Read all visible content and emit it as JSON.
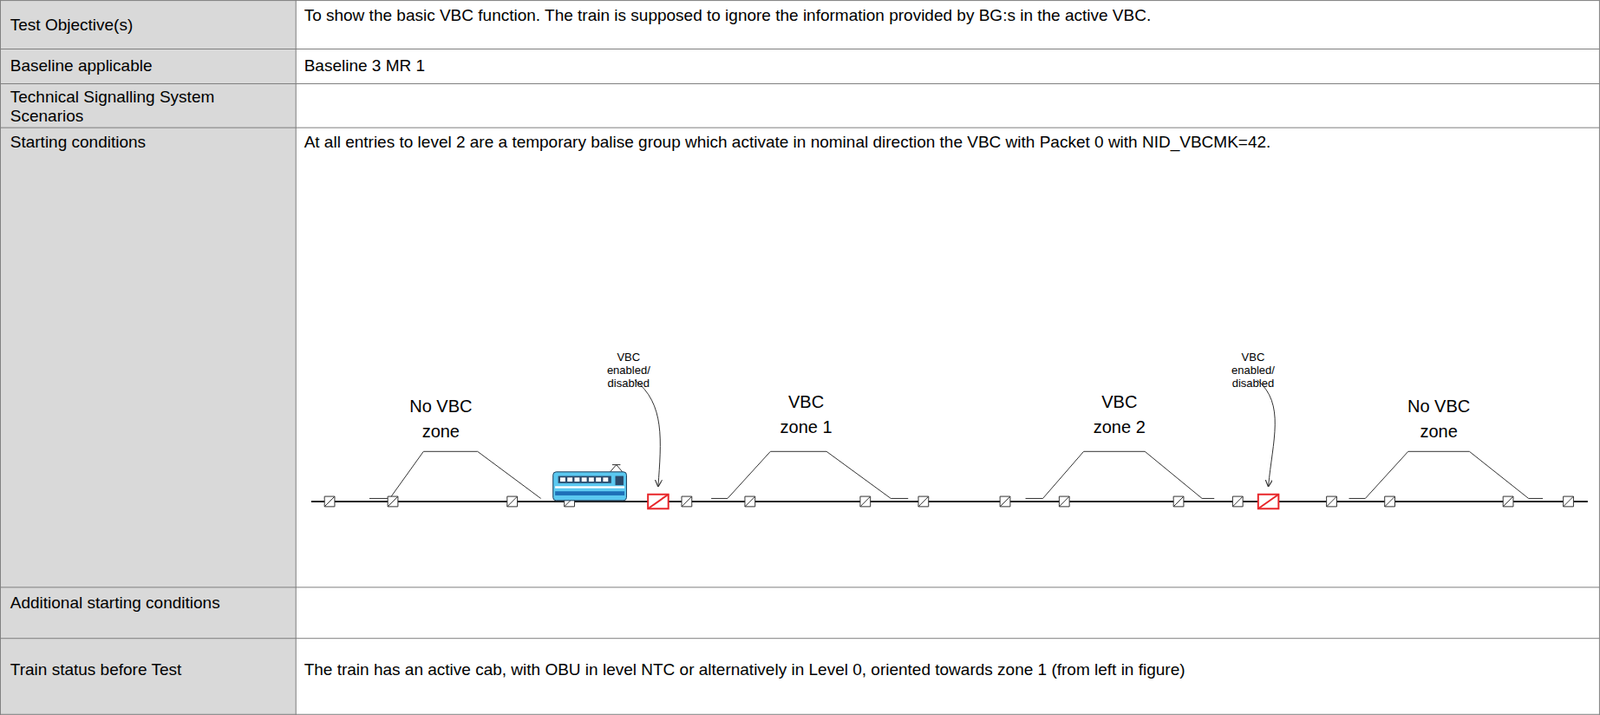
{
  "diagram": {
    "labels": [
      "Test Objective(s)",
      "To show the basic VBC function. The train is supposed to ignore the information provided by BG:s in the active VBC.",
      "Baseline applicable",
      "Baseline 3 MR 1",
      "Technical Signalling System Scenarios",
      "Starting conditions",
      "At all entries to level 2 are a temporary balise group which activate in nominal direction the VBC with Packet 0 with NID_VBCMK=42.",
      "VBC enabled/ disabled",
      "No VBC zone",
      "VBC zone 1",
      "VBC zone 2",
      "VBC enabled/ disabled",
      "No VBC zone",
      "Additional starting conditions",
      "Train status before Test",
      "The train has an active cab, with OBU in level NTC or alternatively in Level 0, oriented towards zone 1 (from left in figure)"
    ]
  }
}
